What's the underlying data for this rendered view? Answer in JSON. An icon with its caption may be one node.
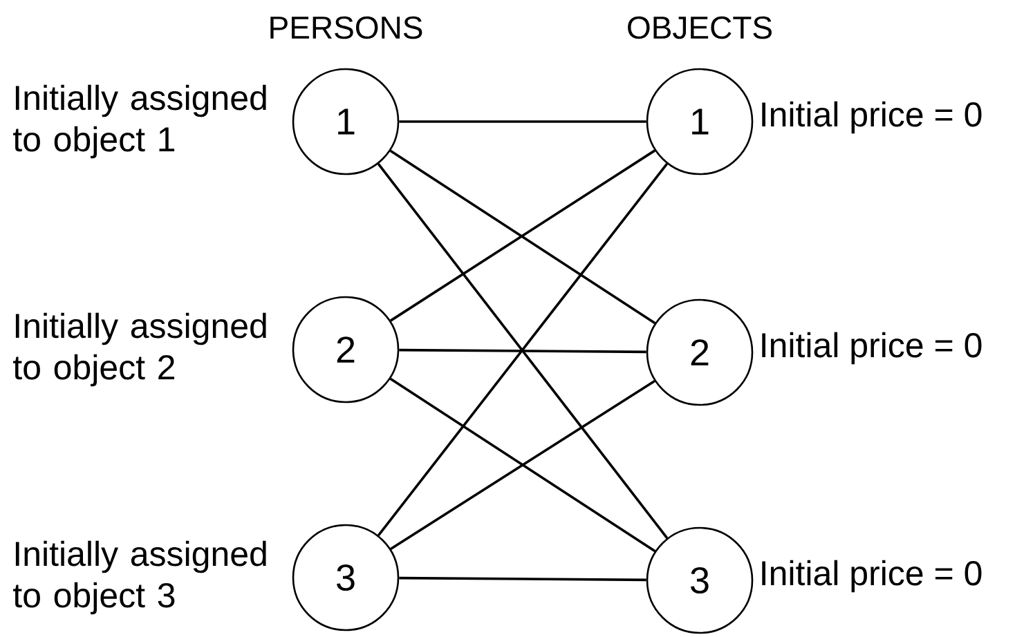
{
  "diagram": {
    "nodes": [
      {
        "text": [
          "1"
        ],
        "beside": [
          "Initially assigned to object 1"
        ]
      },
      {
        "text": [
          "2"
        ],
        "beside": [
          "Initially assigned to object 2"
        ]
      },
      {
        "text": [
          "3"
        ],
        "beside": [
          "Initially assigned to object 3"
        ]
      },
      {
        "text": [
          "1"
        ],
        "beside": [
          "Initial price = 0"
        ]
      },
      {
        "text": [
          "2"
        ],
        "beside": [
          "Initial price = 0"
        ]
      },
      {
        "text": [
          "3"
        ],
        "beside": [
          "Initial price = 0"
        ]
      }
    ],
    "edges": [
      {
        "from": 0,
        "to": 3,
        "arrow": "none"
      },
      {
        "from": 0,
        "to": 4,
        "arrow": "none"
      },
      {
        "from": 0,
        "to": 5,
        "arrow": "none"
      },
      {
        "from": 1,
        "to": 3,
        "arrow": "none"
      },
      {
        "from": 1,
        "to": 4,
        "arrow": "none"
      },
      {
        "from": 1,
        "to": 5,
        "arrow": "none"
      },
      {
        "from": 2,
        "to": 3,
        "arrow": "none"
      },
      {
        "from": 2,
        "to": 4,
        "arrow": "none"
      },
      {
        "from": 2,
        "to": 5,
        "arrow": "none"
      }
    ],
    "labels": [
      "PERSONS",
      "OBJECTS"
    ]
  }
}
